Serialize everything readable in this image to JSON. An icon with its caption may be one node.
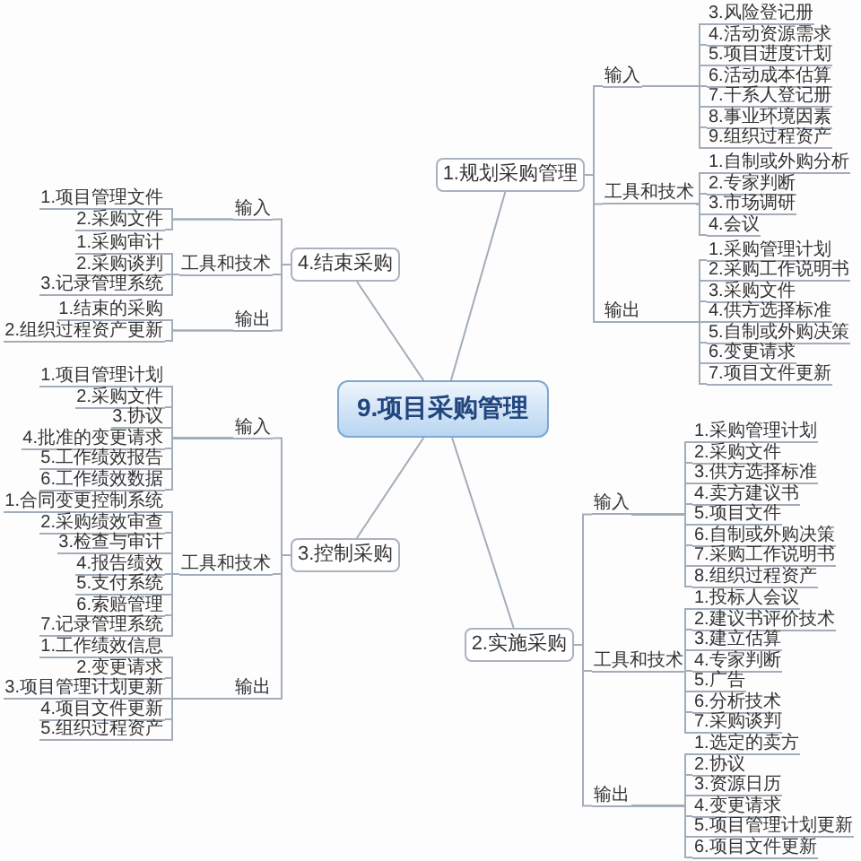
{
  "diagram": {
    "nodes": [
      {
        "text": [
          "9.项目采购管理"
        ]
      },
      {
        "text": [
          "1.规划采购管理"
        ]
      },
      {
        "text": [
          "输入"
        ]
      },
      {
        "text": [
          "3.风险登记册"
        ]
      },
      {
        "text": [
          "4.活动资源需求"
        ]
      },
      {
        "text": [
          "5.项目进度计划"
        ]
      },
      {
        "text": [
          "6.活动成本估算"
        ]
      },
      {
        "text": [
          "7.干系人登记册"
        ]
      },
      {
        "text": [
          "8.事业环境因素"
        ]
      },
      {
        "text": [
          "9.组织过程资产"
        ]
      },
      {
        "text": [
          "工具和技术"
        ]
      },
      {
        "text": [
          "1.自制或外购分析"
        ]
      },
      {
        "text": [
          "2.专家判断"
        ]
      },
      {
        "text": [
          "3.市场调研"
        ]
      },
      {
        "text": [
          "4.会议"
        ]
      },
      {
        "text": [
          "输出"
        ]
      },
      {
        "text": [
          "1.采购管理计划"
        ]
      },
      {
        "text": [
          "2.采购工作说明书"
        ]
      },
      {
        "text": [
          "3.采购文件"
        ]
      },
      {
        "text": [
          "4.供方选择标准"
        ]
      },
      {
        "text": [
          "5.自制或外购决策"
        ]
      },
      {
        "text": [
          "6.变更请求"
        ]
      },
      {
        "text": [
          "7.项目文件更新"
        ]
      },
      {
        "text": [
          "2.实施采购"
        ]
      },
      {
        "text": [
          "输入"
        ]
      },
      {
        "text": [
          "1.采购管理计划"
        ]
      },
      {
        "text": [
          "2.采购文件"
        ]
      },
      {
        "text": [
          "3.供方选择标准"
        ]
      },
      {
        "text": [
          "4.卖方建议书"
        ]
      },
      {
        "text": [
          "5.项目文件"
        ]
      },
      {
        "text": [
          "6.自制或外购决策"
        ]
      },
      {
        "text": [
          "7.采购工作说明书"
        ]
      },
      {
        "text": [
          "8.组织过程资产"
        ]
      },
      {
        "text": [
          "工具和技术"
        ]
      },
      {
        "text": [
          "1.投标人会议"
        ]
      },
      {
        "text": [
          "2.建议书评价技术"
        ]
      },
      {
        "text": [
          "3.建立估算"
        ]
      },
      {
        "text": [
          "4.专家判断"
        ]
      },
      {
        "text": [
          "5.广告"
        ]
      },
      {
        "text": [
          "6.分析技术"
        ]
      },
      {
        "text": [
          "7.采购谈判"
        ]
      },
      {
        "text": [
          "输出"
        ]
      },
      {
        "text": [
          "1.选定的卖方"
        ]
      },
      {
        "text": [
          "2.协议"
        ]
      },
      {
        "text": [
          "3.资源日历"
        ]
      },
      {
        "text": [
          "4.变更请求"
        ]
      },
      {
        "text": [
          "5.项目管理计划更新"
        ]
      },
      {
        "text": [
          "6.项目文件更新"
        ]
      },
      {
        "text": [
          "3.控制采购"
        ]
      },
      {
        "text": [
          "输入"
        ]
      },
      {
        "text": [
          "1.项目管理计划"
        ]
      },
      {
        "text": [
          "2.采购文件"
        ]
      },
      {
        "text": [
          "3.协议"
        ]
      },
      {
        "text": [
          "4.批准的变更请求"
        ]
      },
      {
        "text": [
          "5.工作绩效报告"
        ]
      },
      {
        "text": [
          "6.工作绩效数据"
        ]
      },
      {
        "text": [
          "工具和技术"
        ]
      },
      {
        "text": [
          "1.合同变更控制系统"
        ]
      },
      {
        "text": [
          "2.采购绩效审查"
        ]
      },
      {
        "text": [
          "3.检查与审计"
        ]
      },
      {
        "text": [
          "4.报告绩效"
        ]
      },
      {
        "text": [
          "5.支付系统"
        ]
      },
      {
        "text": [
          "6.索赔管理"
        ]
      },
      {
        "text": [
          "7.记录管理系统"
        ]
      },
      {
        "text": [
          "输出"
        ]
      },
      {
        "text": [
          "1.工作绩效信息"
        ]
      },
      {
        "text": [
          "2.变更请求"
        ]
      },
      {
        "text": [
          "3.项目管理计划更新"
        ]
      },
      {
        "text": [
          "4.项目文件更新"
        ]
      },
      {
        "text": [
          "5.组织过程资产"
        ]
      },
      {
        "text": [
          "4.结束采购"
        ]
      },
      {
        "text": [
          "输入"
        ]
      },
      {
        "text": [
          "1.项目管理文件"
        ]
      },
      {
        "text": [
          "2.采购文件"
        ]
      },
      {
        "text": [
          "工具和技术"
        ]
      },
      {
        "text": [
          "1.采购审计"
        ]
      },
      {
        "text": [
          "2.采购谈判"
        ]
      },
      {
        "text": [
          "3.记录管理系统"
        ]
      },
      {
        "text": [
          "输出"
        ]
      },
      {
        "text": [
          "1.结束的采购"
        ]
      },
      {
        "text": [
          "2.组织过程资产更新"
        ]
      }
    ],
    "edges": [
      {
        "from": 0,
        "to": 1,
        "arrow": "none"
      },
      {
        "from": 0,
        "to": 23,
        "arrow": "none"
      },
      {
        "from": 0,
        "to": 48,
        "arrow": "none"
      },
      {
        "from": 0,
        "to": 70,
        "arrow": "none"
      },
      {
        "from": 1,
        "to": 2,
        "arrow": "none"
      },
      {
        "from": 1,
        "to": 10,
        "arrow": "none"
      },
      {
        "from": 1,
        "to": 15,
        "arrow": "none"
      },
      {
        "from": 2,
        "to": 3,
        "arrow": "none"
      },
      {
        "from": 2,
        "to": 4,
        "arrow": "none"
      },
      {
        "from": 2,
        "to": 5,
        "arrow": "none"
      },
      {
        "from": 2,
        "to": 6,
        "arrow": "none"
      },
      {
        "from": 2,
        "to": 7,
        "arrow": "none"
      },
      {
        "from": 2,
        "to": 8,
        "arrow": "none"
      },
      {
        "from": 2,
        "to": 9,
        "arrow": "none"
      },
      {
        "from": 10,
        "to": 11,
        "arrow": "none"
      },
      {
        "from": 10,
        "to": 12,
        "arrow": "none"
      },
      {
        "from": 10,
        "to": 13,
        "arrow": "none"
      },
      {
        "from": 10,
        "to": 14,
        "arrow": "none"
      },
      {
        "from": 15,
        "to": 16,
        "arrow": "none"
      },
      {
        "from": 15,
        "to": 17,
        "arrow": "none"
      },
      {
        "from": 15,
        "to": 18,
        "arrow": "none"
      },
      {
        "from": 15,
        "to": 19,
        "arrow": "none"
      },
      {
        "from": 15,
        "to": 20,
        "arrow": "none"
      },
      {
        "from": 15,
        "to": 21,
        "arrow": "none"
      },
      {
        "from": 15,
        "to": 22,
        "arrow": "none"
      },
      {
        "from": 23,
        "to": 24,
        "arrow": "none"
      },
      {
        "from": 23,
        "to": 33,
        "arrow": "none"
      },
      {
        "from": 23,
        "to": 41,
        "arrow": "none"
      },
      {
        "from": 24,
        "to": 25,
        "arrow": "none"
      },
      {
        "from": 24,
        "to": 26,
        "arrow": "none"
      },
      {
        "from": 24,
        "to": 27,
        "arrow": "none"
      },
      {
        "from": 24,
        "to": 28,
        "arrow": "none"
      },
      {
        "from": 24,
        "to": 29,
        "arrow": "none"
      },
      {
        "from": 24,
        "to": 30,
        "arrow": "none"
      },
      {
        "from": 24,
        "to": 31,
        "arrow": "none"
      },
      {
        "from": 24,
        "to": 32,
        "arrow": "none"
      },
      {
        "from": 33,
        "to": 34,
        "arrow": "none"
      },
      {
        "from": 33,
        "to": 35,
        "arrow": "none"
      },
      {
        "from": 33,
        "to": 36,
        "arrow": "none"
      },
      {
        "from": 33,
        "to": 37,
        "arrow": "none"
      },
      {
        "from": 33,
        "to": 38,
        "arrow": "none"
      },
      {
        "from": 33,
        "to": 39,
        "arrow": "none"
      },
      {
        "from": 33,
        "to": 40,
        "arrow": "none"
      },
      {
        "from": 41,
        "to": 42,
        "arrow": "none"
      },
      {
        "from": 41,
        "to": 43,
        "arrow": "none"
      },
      {
        "from": 41,
        "to": 44,
        "arrow": "none"
      },
      {
        "from": 41,
        "to": 45,
        "arrow": "none"
      },
      {
        "from": 41,
        "to": 46,
        "arrow": "none"
      },
      {
        "from": 41,
        "to": 47,
        "arrow": "none"
      },
      {
        "from": 48,
        "to": 49,
        "arrow": "none"
      },
      {
        "from": 48,
        "to": 56,
        "arrow": "none"
      },
      {
        "from": 48,
        "to": 64,
        "arrow": "none"
      },
      {
        "from": 49,
        "to": 50,
        "arrow": "none"
      },
      {
        "from": 49,
        "to": 51,
        "arrow": "none"
      },
      {
        "from": 49,
        "to": 52,
        "arrow": "none"
      },
      {
        "from": 49,
        "to": 53,
        "arrow": "none"
      },
      {
        "from": 49,
        "to": 54,
        "arrow": "none"
      },
      {
        "from": 49,
        "to": 55,
        "arrow": "none"
      },
      {
        "from": 56,
        "to": 57,
        "arrow": "none"
      },
      {
        "from": 56,
        "to": 58,
        "arrow": "none"
      },
      {
        "from": 56,
        "to": 59,
        "arrow": "none"
      },
      {
        "from": 56,
        "to": 60,
        "arrow": "none"
      },
      {
        "from": 56,
        "to": 61,
        "arrow": "none"
      },
      {
        "from": 56,
        "to": 62,
        "arrow": "none"
      },
      {
        "from": 56,
        "to": 63,
        "arrow": "none"
      },
      {
        "from": 64,
        "to": 65,
        "arrow": "none"
      },
      {
        "from": 64,
        "to": 66,
        "arrow": "none"
      },
      {
        "from": 64,
        "to": 67,
        "arrow": "none"
      },
      {
        "from": 64,
        "to": 68,
        "arrow": "none"
      },
      {
        "from": 64,
        "to": 69,
        "arrow": "none"
      },
      {
        "from": 70,
        "to": 71,
        "arrow": "none"
      },
      {
        "from": 70,
        "to": 74,
        "arrow": "none"
      },
      {
        "from": 70,
        "to": 78,
        "arrow": "none"
      },
      {
        "from": 71,
        "to": 72,
        "arrow": "none"
      },
      {
        "from": 71,
        "to": 73,
        "arrow": "none"
      },
      {
        "from": 74,
        "to": 75,
        "arrow": "none"
      },
      {
        "from": 74,
        "to": 76,
        "arrow": "none"
      },
      {
        "from": 74,
        "to": 77,
        "arrow": "none"
      },
      {
        "from": 78,
        "to": 79,
        "arrow": "none"
      },
      {
        "from": 78,
        "to": 80,
        "arrow": "none"
      }
    ]
  }
}
